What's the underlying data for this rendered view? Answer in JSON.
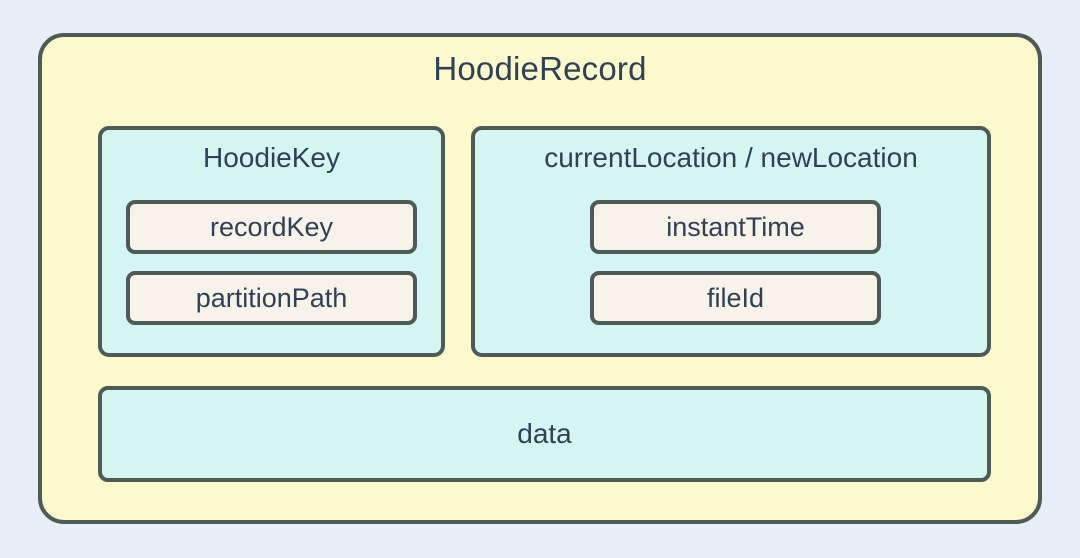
{
  "diagram": {
    "type": "nested-box-diagram",
    "background_color": "#e8eef7",
    "root": {
      "title": "HoodieRecord",
      "fill_color": "#fcfacd",
      "border_color": "#4d5b57",
      "text_color": "#2e4156"
    },
    "panels": [
      {
        "title": "HoodieKey",
        "fill_color": "#d5f6f0",
        "fields": [
          {
            "label": "recordKey",
            "fill_color": "#f8f3e8"
          },
          {
            "label": "partitionPath",
            "fill_color": "#f8f3e8"
          }
        ]
      },
      {
        "title": "currentLocation / newLocation",
        "fill_color": "#d5f6f0",
        "fields": [
          {
            "label": "instantTime",
            "fill_color": "#f8f3e8"
          },
          {
            "label": "fileId",
            "fill_color": "#f8f3e8"
          }
        ]
      }
    ],
    "data_section": {
      "label": "data",
      "fill_color": "#d5f6f0"
    }
  }
}
